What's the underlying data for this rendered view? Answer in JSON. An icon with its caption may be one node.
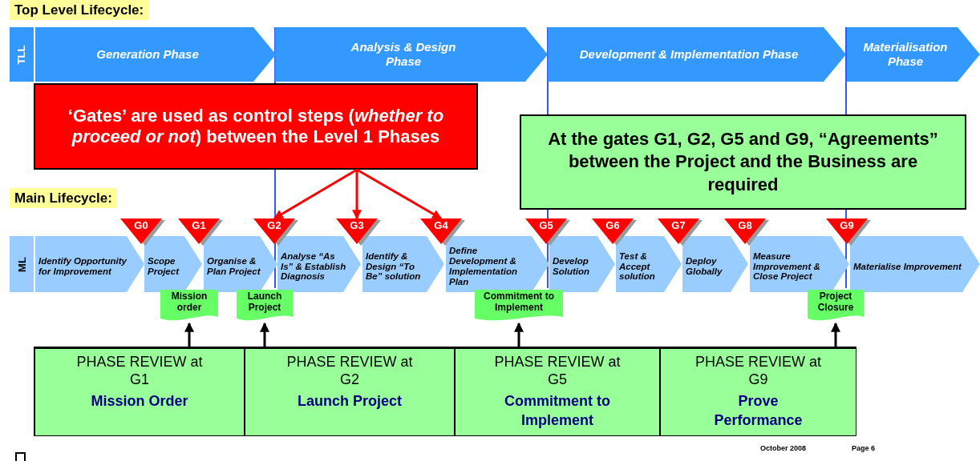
{
  "diagram": {
    "nodes": [
      {
        "text": [
          "TLL"
        ]
      },
      {
        "text": [
          "Generation Phase"
        ]
      },
      {
        "text": [
          "Analysis & Design Phase"
        ]
      },
      {
        "text": [
          "Development & Implementation Phase"
        ]
      },
      {
        "text": [
          "Materialisation Phase"
        ]
      },
      {
        "text": [
          "‘Gates’ are used as control steps (*whether to proceed or not*) between the Level 1 Phases"
        ]
      },
      {
        "text": [
          "At the gates G1, G2, G5 and G9, “Agreements” between the Project and the Business are required"
        ]
      },
      {
        "text": [
          "ML"
        ]
      },
      {
        "text": [
          "Identify Opportunity for Improvement"
        ]
      },
      {
        "text": [
          "Scope Project"
        ]
      },
      {
        "text": [
          "Organise & Plan Project"
        ]
      },
      {
        "text": [
          "Analyse “As Is” & Establish Diagnosis"
        ]
      },
      {
        "text": [
          "Identify & Design “To Be” solution"
        ]
      },
      {
        "text": [
          "Define Development & Implementation Plan"
        ]
      },
      {
        "text": [
          "Develop Solution"
        ]
      },
      {
        "text": [
          "Test & Accept solution"
        ]
      },
      {
        "text": [
          "Deploy Globally"
        ]
      },
      {
        "text": [
          "Measure Improvement & Close Project"
        ]
      },
      {
        "text": [
          "Materialise Improvement"
        ]
      },
      {
        "text": [
          "G0"
        ]
      },
      {
        "text": [
          "G1"
        ]
      },
      {
        "text": [
          "G2"
        ]
      },
      {
        "text": [
          "G3"
        ]
      },
      {
        "text": [
          "G4"
        ]
      },
      {
        "text": [
          "G5"
        ]
      },
      {
        "text": [
          "G6"
        ]
      },
      {
        "text": [
          "G7"
        ]
      },
      {
        "text": [
          "G8"
        ]
      },
      {
        "text": [
          "G9"
        ]
      },
      {
        "text": [
          "Mission order"
        ]
      },
      {
        "text": [
          "Launch Project"
        ]
      },
      {
        "text": [
          "Commitment to Implement"
        ]
      },
      {
        "text": [
          "Project Closure"
        ]
      },
      {
        "text": [
          "PHASE REVIEW at G1",
          "Mission Order"
        ]
      },
      {
        "text": [
          "PHASE REVIEW at G2",
          "Launch Project"
        ]
      },
      {
        "text": [
          "PHASE REVIEW at G5",
          "Commitment to Implement"
        ]
      },
      {
        "text": [
          "PHASE REVIEW at G9",
          "Prove Performance"
        ]
      }
    ],
    "edges": [
      {
        "from": 5,
        "to": 21,
        "arrow": "to",
        "color": "#ff0000"
      },
      {
        "from": 5,
        "to": 22,
        "arrow": "to",
        "color": "#ff0000"
      },
      {
        "from": 5,
        "to": 23,
        "arrow": "to",
        "color": "#ff0000"
      },
      {
        "from": 33,
        "to": 29,
        "arrow": "to"
      },
      {
        "from": 34,
        "to": 30,
        "arrow": "to"
      },
      {
        "from": 35,
        "to": 31,
        "arrow": "to"
      },
      {
        "from": 36,
        "to": 32,
        "arrow": "to"
      }
    ],
    "labels": [
      "Top Level Lifecycle:",
      "Main Lifecycle:",
      "October 2008",
      "Page 6"
    ]
  }
}
